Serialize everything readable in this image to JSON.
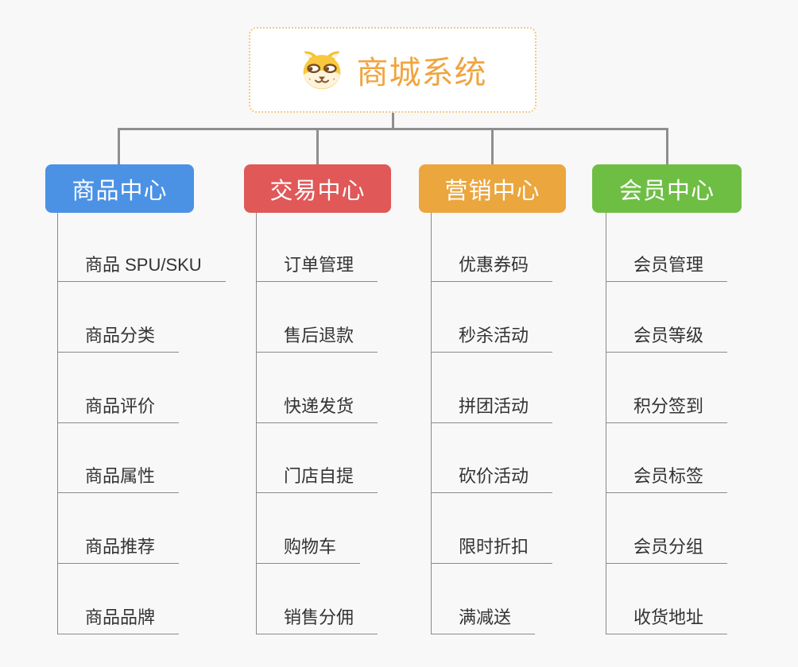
{
  "root": {
    "title": "商城系统",
    "icon": "dog-face-icon",
    "title_color": "#f0a43f",
    "border_color": "#f3c87e"
  },
  "branches": [
    {
      "label": "商品中心",
      "color": "#4b92e5",
      "items": [
        "商品 SPU/SKU",
        "商品分类",
        "商品评价",
        "商品属性",
        "商品推荐",
        "商品品牌"
      ]
    },
    {
      "label": "交易中心",
      "color": "#e05858",
      "items": [
        "订单管理",
        "售后退款",
        "快递发货",
        "门店自提",
        "购物车",
        "销售分佣"
      ]
    },
    {
      "label": "营销中心",
      "color": "#eba63e",
      "items": [
        "优惠券码",
        "秒杀活动",
        "拼团活动",
        "砍价活动",
        "限时折扣",
        "满减送"
      ]
    },
    {
      "label": "会员中心",
      "color": "#6fbe44",
      "items": [
        "会员管理",
        "会员等级",
        "积分签到",
        "会员标签",
        "会员分组",
        "收货地址"
      ]
    }
  ],
  "colors": {
    "background": "#f8f8f8",
    "connector": "#8f8f8f",
    "leaf_line": "#8a8a8a",
    "leaf_text": "#333333",
    "node_text": "#ffffff"
  }
}
